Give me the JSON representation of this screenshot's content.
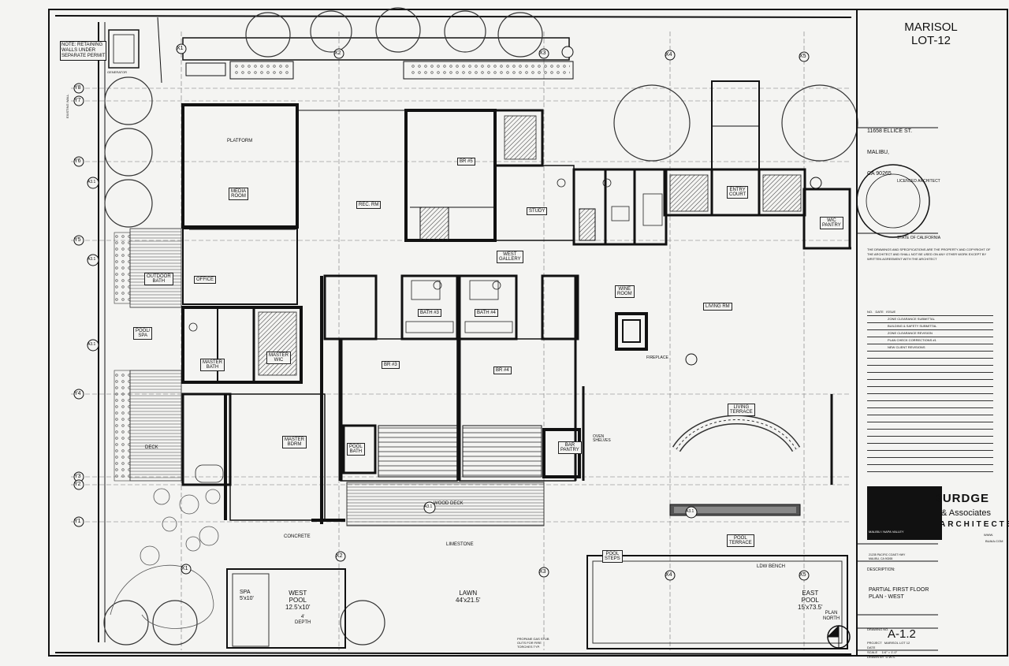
{
  "project": {
    "name": "MARISOL",
    "lot": "LOT-12"
  },
  "address": {
    "street": "11658 ELLICE ST.",
    "city": "MALIBU,",
    "state_zip": "CA 90265"
  },
  "stamp": {
    "top_text": "LICENSED ARCHITECT",
    "bottom_text": "STATE OF CALIFORNIA"
  },
  "notes_text": "THE DRAWINGS AND SPECIFICATIONS ARE THE PROPERTY AND COPYRIGHT OF THE ARCHITECT AND SHALL NOT BE USED ON ANY OTHER WORK EXCEPT BY WRITTEN AGREEMENT WITH THE ARCHITECT",
  "revisions": {
    "headers": [
      "NO.",
      "DATE",
      "ISSUE"
    ],
    "rows": [
      "ZONE CLEARANCE SUBMITTAL",
      "BUILDING & SAFETY SUBMITTAL",
      "ZONE CLEARANCE REVISION",
      "PLAN CHECK CORRECTIONS #1",
      "NEW CLIENT REVISIONS"
    ]
  },
  "firm": {
    "line1": "BURDGE",
    "line2": "& Associates",
    "line3": "ARCHITECTS",
    "www": "WWW.",
    "email": "BUAIA.COM",
    "sub": "MALIBU / NAPA VALLEY",
    "office": "21235 PACIFIC COAST HWY\nMALIBU, CA 90265"
  },
  "sheet": {
    "description_label": "DESCRIPTION:",
    "description": "PARTIAL FIRST FLOOR\nPLAN - WEST",
    "drawing_label": "DRAWING NO.",
    "drawing_no": "A-1.2",
    "meta": "PROJECT   MARISOL LOT 12\nDATE\nSCALE     1/4\" = 1'-0\"\nDRAWN BY  D.W.S."
  },
  "plan": {
    "note": "NOTE: RETAINING\nWALLS UNDER\nSEPARATE PERMIT",
    "generator": "GENERATOR",
    "rooms": {
      "media": "MEDIA\nROOM",
      "platform": "PLATFORM",
      "rec_room": "REC. RM",
      "bedroom5": "BR #5",
      "study": "STUDY",
      "west_gallery": "WEST\nGALLERY",
      "office": "OFFICE",
      "bath3": "BATH #3",
      "bath4": "BATH #4",
      "br3": "BR #3",
      "br4": "BR #4",
      "master_bath": "MASTER\nBATH",
      "master_wic": "MASTER\nWIC",
      "master_bdrm": "MASTER\nBDRM",
      "pool_bath": "POOL\nBATH",
      "bar_pantry": "BAR\nPANTRY",
      "wine_room": "WINE\nROOM",
      "living_rm": "LIVING RM",
      "living_terrace": "LIVING\nTERRACE",
      "entry_court": "ENTRY\nCOURT",
      "wic_pantry": "WIC\nPANTRY",
      "pool_spa": "POOL/\nSPA",
      "outdoor_bath": "OUTDOOR\nBATH",
      "deck": "DECK",
      "wood_deck": "WOOD DECK",
      "concrete": "CONCRETE",
      "limestone": "LIMESTONE",
      "pool_terrace": "POOL\nTERRACE",
      "pool_steps": "POOL\nSTEPS",
      "ldw_bench": "LDW BENCH",
      "spa": "SPA\n5'x10'",
      "west_pool": "WEST\nPOOL\n12.5'x10'",
      "west_pool_depth": "4'\nDEPTH",
      "lawn": "LAWN\n44'x21.5'",
      "east_pool": "EAST\nPOOL\n15'x73.5'",
      "plan_north": "PLAN\nNORTH",
      "propane": "PROPANE GAS STUB\nOUTS FOR FIRE\nTORCHES TYP.",
      "fireplace": "FIREPLACE",
      "oven_shelves": "OVEN\nSHELVES",
      "wine_label": "WINE"
    },
    "grid": {
      "left": [
        "Y8",
        "Y7",
        "Y6",
        "Y5",
        "Y4",
        "Y3",
        "Y2",
        "Y1"
      ],
      "top": [
        "X1",
        "X2",
        "X3",
        "X4",
        "X5"
      ],
      "bottom": [
        "X1",
        "X2",
        "X3",
        "X4",
        "X5"
      ]
    },
    "callouts": [
      "A3.1",
      "A3.1",
      "A3.1",
      "A3.1",
      "A3.1"
    ],
    "walls": {
      "existing": "EXISTING WALL"
    }
  }
}
